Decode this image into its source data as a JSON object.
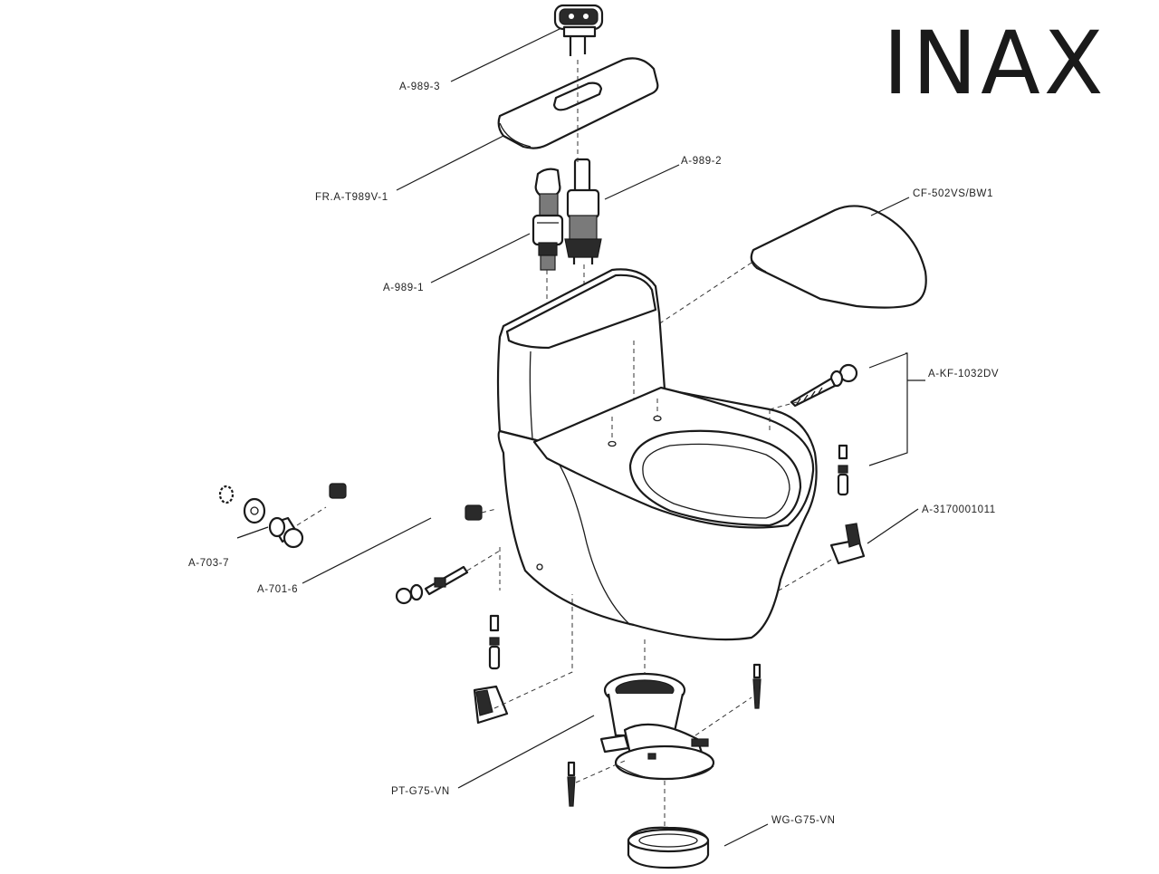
{
  "brand": "INAX",
  "parts": {
    "flush_button": "A-989-3",
    "tank_lid": "FR.A-T989V-1",
    "flush_valve": "A-989-2",
    "fill_valve": "A-989-1",
    "seat_cover": "CF-502VS/BW1",
    "bolt_kit": "A-KF-1032DV",
    "mount_bracket": "A-3170001011",
    "stop_valve": "A-703-7",
    "supply_hose": "A-701-6",
    "drain_adapter": "PT-G75-VN",
    "wax_gasket": "WG-G75-VN"
  }
}
